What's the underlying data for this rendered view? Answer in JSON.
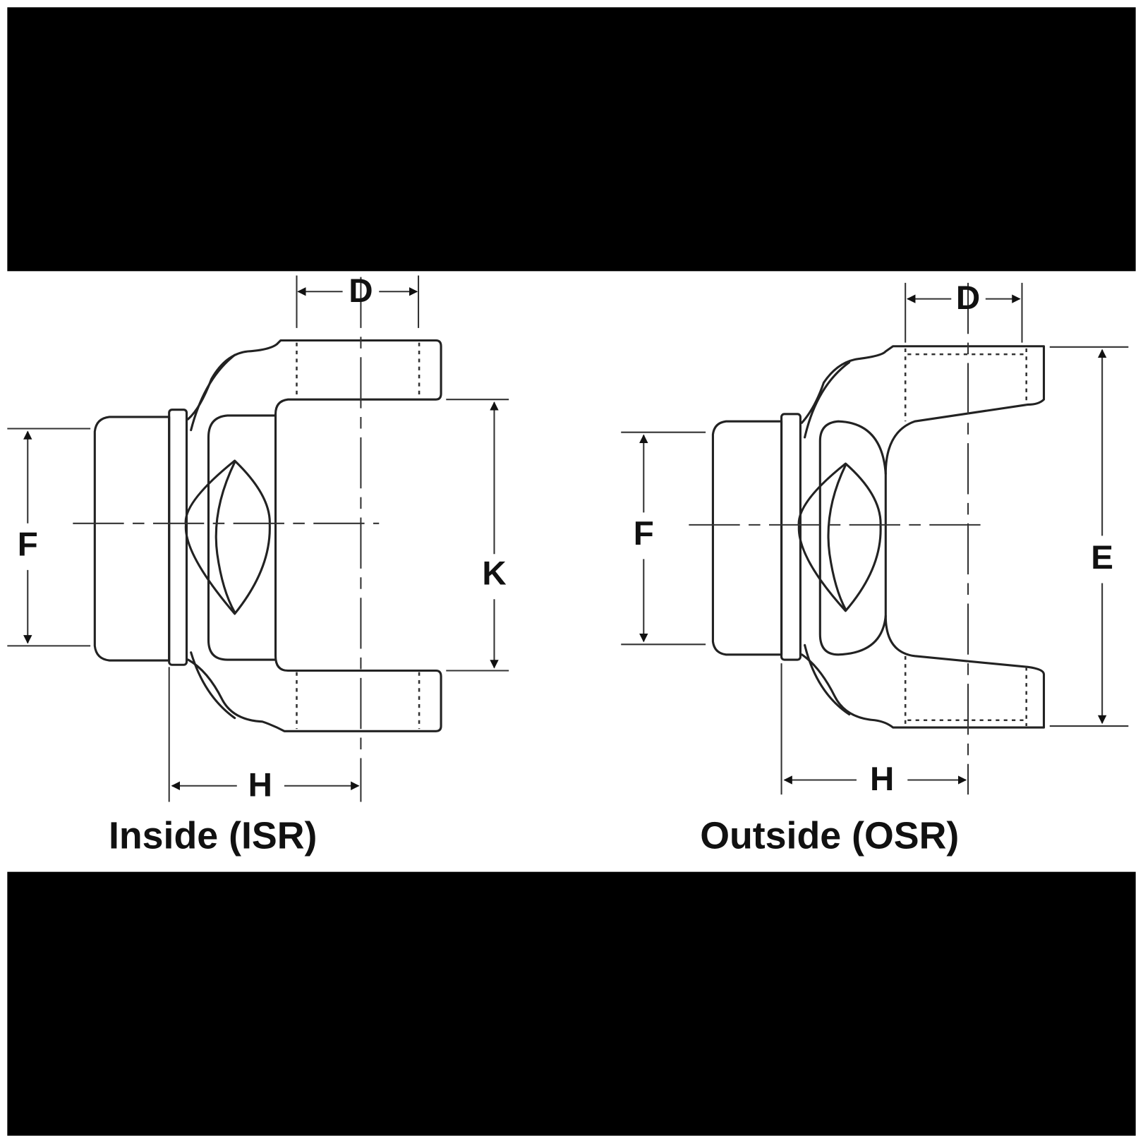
{
  "colors": {
    "band": "#000000",
    "background": "#ffffff",
    "line": "#222222"
  },
  "isr": {
    "caption": "Inside (ISR)",
    "dims": {
      "d": "D",
      "k": "K",
      "f": "F",
      "h": "H"
    }
  },
  "osr": {
    "caption": "Outside (OSR)",
    "dims": {
      "d": "D",
      "e": "E",
      "f": "F",
      "h": "H"
    }
  }
}
